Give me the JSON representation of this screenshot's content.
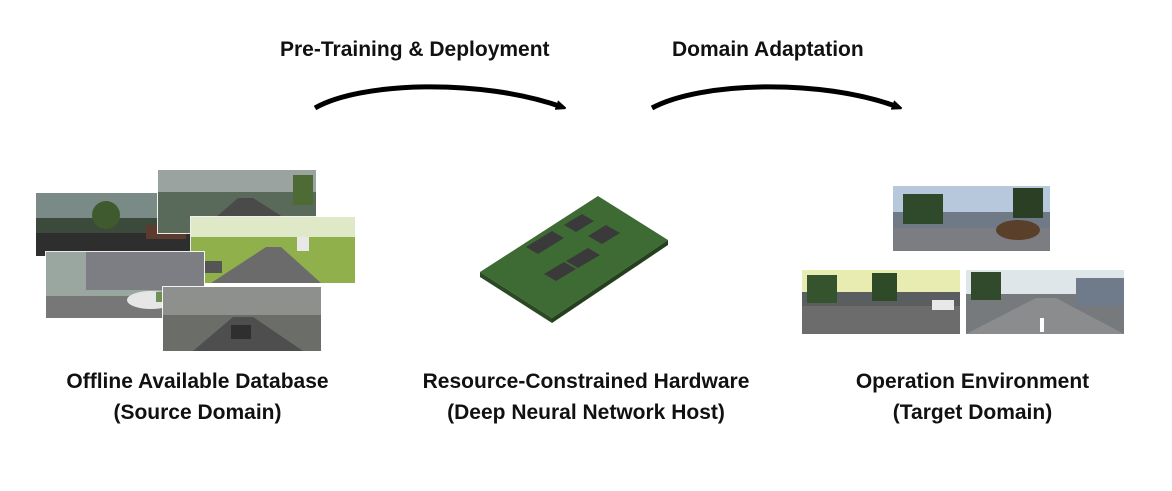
{
  "arrows": {
    "pretraining_label": "Pre-Training & Deployment",
    "adaptation_label": "Domain Adaptation"
  },
  "captions": {
    "source": {
      "line1": "Offline Available Database",
      "line2": "(Source Domain)"
    },
    "hardware": {
      "line1": "Resource-Constrained Hardware",
      "line2": "(Deep Neural Network Host)"
    },
    "target": {
      "line1": "Operation Environment",
      "line2": "(Target Domain)"
    }
  },
  "icons": {
    "source_images": "synthetic-street-scene-collage",
    "hardware": "circuit-board-icon",
    "target_images": "real-street-scene-photos"
  },
  "colors": {
    "pcb_green": "#3e6b34",
    "chip": "#3a3a3a",
    "arrow": "#000000"
  }
}
